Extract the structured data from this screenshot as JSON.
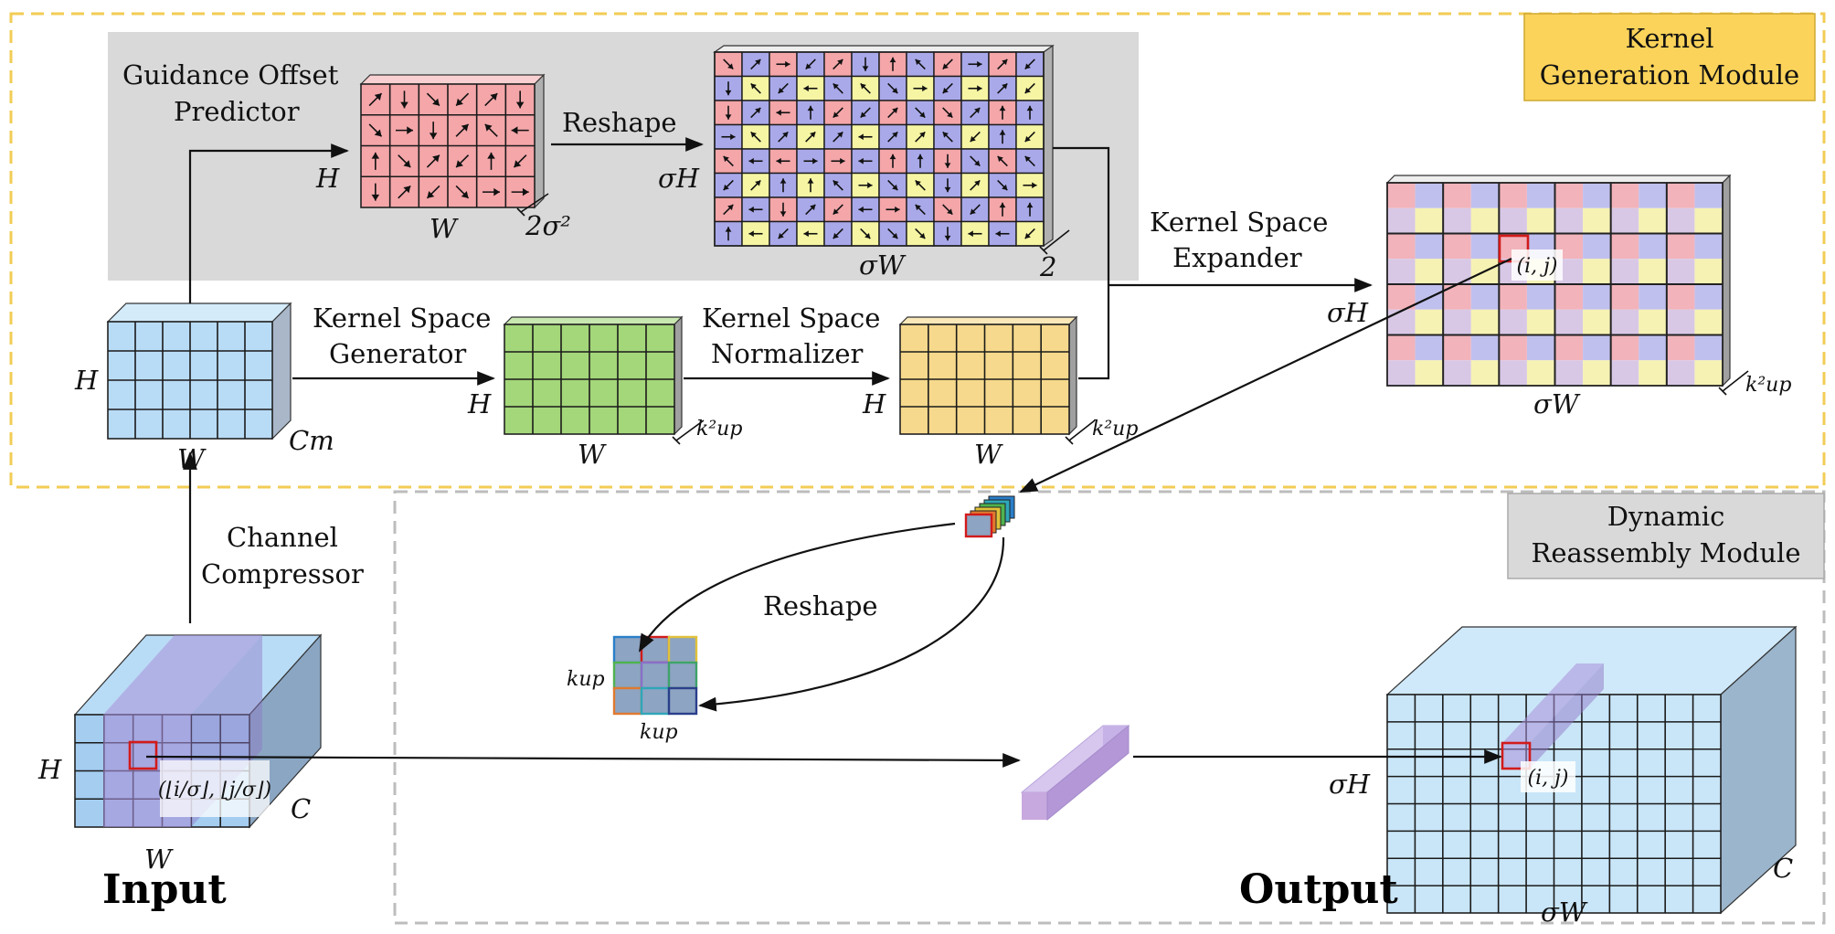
{
  "modules": {
    "kernel_generation": {
      "line1": "Kernel",
      "line2": "Generation Module",
      "color": "#fbd35a"
    },
    "dynamic_reassembly": {
      "line1": "Dynamic",
      "line2": "Reassembly Module",
      "color": "#d9d9d9"
    }
  },
  "labels": {
    "guidance_line1": "Guidance  Offset",
    "guidance_line2": "Predictor",
    "reshape_top": "Reshape",
    "ksg_line1": "Kernel Space",
    "ksg_line2": "Generator",
    "ksn_line1": "Kernel Space",
    "ksn_line2": "Normalizer",
    "kse_line1": "Kernel Space",
    "kse_line2": "Expander",
    "cc_line1": "Channel",
    "cc_line2": "Compressor",
    "reshape_mid": "Reshape",
    "input": "Input",
    "output": "Output"
  },
  "math": {
    "H": "H",
    "W": "W",
    "sigmaH": "σH",
    "sigmaW": "σW",
    "two_sigma_sq": "2σ²",
    "two": "2",
    "Cm": "Cm",
    "C": "C",
    "kup_sq": "k²up",
    "kup": "kup",
    "ij": "(i, j)",
    "input_index": "(⌊i/σ⌋, ⌊j/σ⌋)"
  },
  "colors": {
    "offset_pink": "#f4a6a9",
    "offset_blue": "#a9a9ea",
    "offset_yellow": "#f5f5a3",
    "feature_blue": "#b9dcf6",
    "generator_green": "#a4d67a",
    "normalizer_yellow": "#f6d98c",
    "expanded_pink": "#f2b3bb",
    "expanded_blue": "#c0c0ee",
    "expanded_yellow": "#f6f2b3",
    "expanded_lavender": "#d8c8e6",
    "channel_purple": "#b8a3e0"
  }
}
